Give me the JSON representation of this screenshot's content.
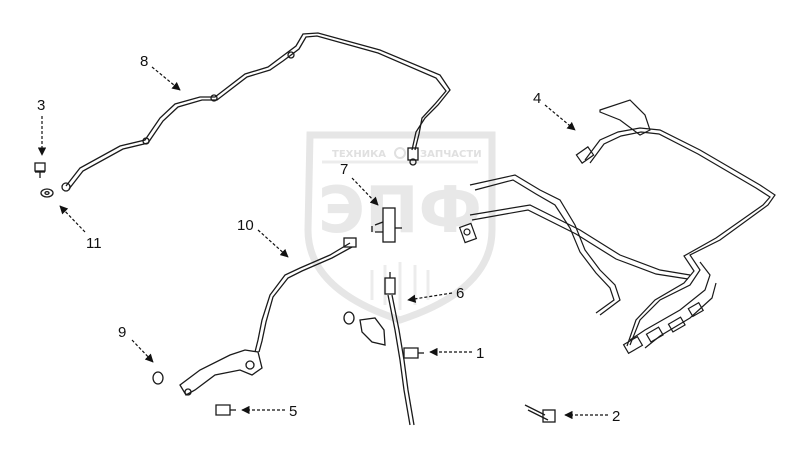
{
  "watermark": {
    "top_line_left": "ТЕХНИКА",
    "top_line_right": "ЗАПЧАСТИ",
    "main_text": "ЭПФ"
  },
  "callouts": [
    {
      "id": "1"
    },
    {
      "id": "2"
    },
    {
      "id": "3"
    },
    {
      "id": "4"
    },
    {
      "id": "5"
    },
    {
      "id": "6"
    },
    {
      "id": "7"
    },
    {
      "id": "8"
    },
    {
      "id": "9"
    },
    {
      "id": "10"
    },
    {
      "id": "11"
    }
  ],
  "colors": {
    "line": "#1a1a1a",
    "watermark": "#e4e4e4"
  }
}
